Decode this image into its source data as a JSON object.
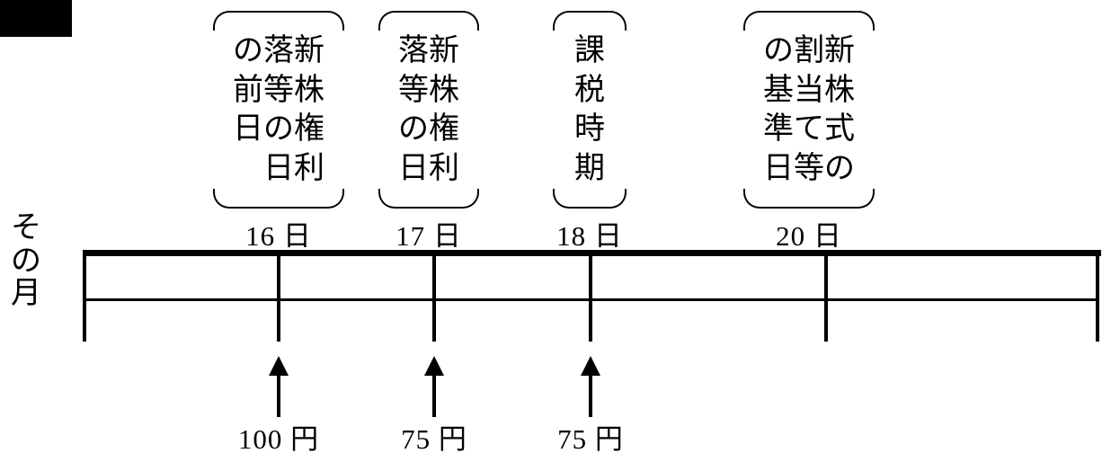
{
  "diagram": {
    "row_caption": {
      "name": "その月",
      "chars": [
        "そ",
        "の",
        "月"
      ]
    },
    "events": [
      {
        "id": "ex-rights-previous-day",
        "day_label": "16 日",
        "day_number": "16",
        "text": "新株権利落等の日の前日",
        "columns": [
          {
            "chars": [
              "新",
              "株",
              "権",
              "利"
            ]
          },
          {
            "chars": [
              "落",
              "等",
              "の",
              "日"
            ]
          },
          {
            "chars": [
              "の",
              "前",
              "日"
            ]
          }
        ]
      },
      {
        "id": "ex-rights-day",
        "day_label": "17 日",
        "day_number": "17",
        "text": "新株権利落等の日",
        "columns": [
          {
            "chars": [
              "新",
              "株",
              "権",
              "利"
            ]
          },
          {
            "chars": [
              "落",
              "等",
              "の",
              "日"
            ]
          }
        ]
      },
      {
        "id": "taxation-date",
        "day_label": "18 日",
        "day_number": "18",
        "text": "課税時期",
        "columns": [
          {
            "chars": [
              "課",
              "税",
              "時",
              "期"
            ]
          }
        ]
      },
      {
        "id": "allotment-record-date",
        "day_label": "20 日",
        "day_number": "20",
        "text": "新株式の割当て等の基準日",
        "columns": [
          {
            "chars": [
              "新",
              "株",
              "式",
              "の"
            ]
          },
          {
            "chars": [
              "割",
              "当",
              "て",
              "等"
            ]
          },
          {
            "chars": [
              "の",
              "基",
              "準",
              "日"
            ]
          }
        ]
      }
    ],
    "amounts": [
      {
        "for_day": "16",
        "label": "100 円",
        "value": 100,
        "unit": "円"
      },
      {
        "for_day": "17",
        "label": "75 円",
        "value": 75,
        "unit": "円"
      },
      {
        "for_day": "18",
        "label": "75 円",
        "value": 75,
        "unit": "円"
      }
    ],
    "colors": {
      "ink": "#000000",
      "paper": "#ffffff"
    }
  }
}
